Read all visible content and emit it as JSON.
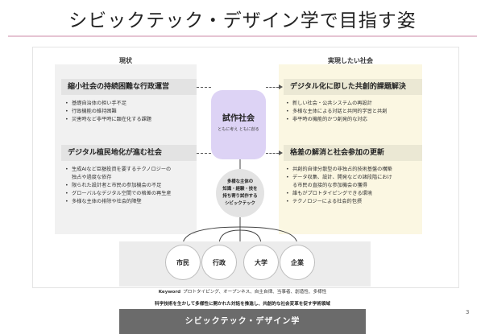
{
  "slide": {
    "title": "シビックテック・デザイン学で目指す姿",
    "page_number": "3"
  },
  "current": {
    "label": "現状",
    "sections": [
      {
        "heading": "縮小社会の持続困難な行政運営",
        "bullets": [
          "基礎自治体の担い手不足",
          "行政機能の維持困難",
          "災害時など非平時に顕在化する課題"
        ]
      },
      {
        "heading": "デジタル植民地化が進む社会",
        "bullets": [
          "生成AIなど巨額投資を要するテクノロジーの",
          "独占や過度な依存",
          "限られた設計者と市民の参加機会の不足",
          "グローバルなデジタル空間での格差の再生産",
          "多様な主体の排除や社会的障壁"
        ]
      }
    ]
  },
  "future": {
    "label": "実現したい社会",
    "sections": [
      {
        "heading": "デジタル化に即した共創的課題解決",
        "bullets": [
          "新しい社会・公共システムの再設計",
          "多様な主体による対話と共同的学習と共創",
          "非平時の機能的かつ創発的な対応"
        ]
      },
      {
        "heading": "格差の解消と社会参加の更新",
        "bullets": [
          "共創的自律分散型の非独占的技術基盤の構築",
          "データ収集、設計、開発などの諸段階におけ",
          "る市民の直接的な参加機会の獲得",
          "誰もがプロトタイピングできる環境",
          "テクノロジーによる社会的包摂"
        ]
      }
    ]
  },
  "trial_society": {
    "title": "試作社会",
    "subtitle": "ともに考え ともに創る"
  },
  "civic_tech": {
    "lines": [
      "多様な主体の",
      "知識・経験・技を",
      "持ち寄り試作する",
      "シビックテック"
    ]
  },
  "actors": [
    {
      "name": "市民"
    },
    {
      "name": "行政"
    },
    {
      "name": "大学"
    },
    {
      "name": "企業"
    }
  ],
  "keywords": {
    "label": "Keyword",
    "text": "プロトタイピング、オープンネス、自主自律、当事者、創造性、多様性"
  },
  "summary": "科学技術を生かして多様性に開かれた対話を推進し、共創的な社会変革を促す学術領域",
  "footer": {
    "label": "シビックテック・デザイン学"
  }
}
